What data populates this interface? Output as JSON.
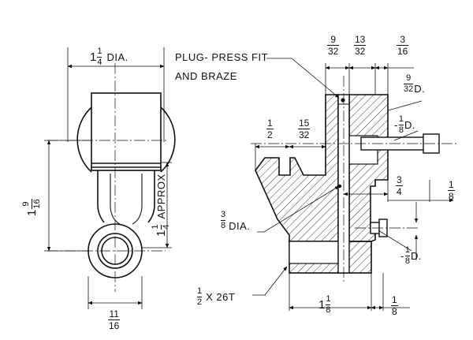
{
  "labels": {
    "dia_top": "DIA.",
    "plug_line1": "PLUG- PRESS FIT",
    "plug_line2": "AND BRAZE",
    "approx": "APPROX",
    "dia_38": "DIA.",
    "thread": "X 26T",
    "d_9_32": "D.",
    "d_1_8_a": "D.",
    "d_1_8_b": "D."
  },
  "dims": {
    "top_dia": {
      "whole": "1",
      "num": "1",
      "den": "4"
    },
    "d9_32a": {
      "num": "9",
      "den": "32"
    },
    "d13_32": {
      "num": "13",
      "den": "32"
    },
    "d3_16": {
      "num": "3",
      "den": "16"
    },
    "d9_32_hole": {
      "num": "9",
      "den": "32"
    },
    "d1_2": {
      "num": "1",
      "den": "2"
    },
    "d15_32": {
      "num": "15",
      "den": "32"
    },
    "d3_4": {
      "num": "3",
      "den": "4"
    },
    "d1_8_right": {
      "num": "1",
      "den": "8"
    },
    "d3_8": {
      "num": "3",
      "den": "8"
    },
    "left_height": {
      "whole": "1",
      "num": "9",
      "den": "16"
    },
    "approx_height": {
      "whole": "1",
      "num": "1",
      "den": "4"
    },
    "d11_16": {
      "num": "11",
      "den": "16"
    },
    "d1_2_thread": {
      "num": "1",
      "den": "2"
    },
    "bottom_width": {
      "whole": "1",
      "num": "1",
      "den": "8"
    },
    "d1_8_bottom": {
      "num": "1",
      "den": "8"
    },
    "d1_8_hole_a": {
      "num": "1",
      "den": "8"
    },
    "d1_8_hole_b": {
      "num": "1",
      "den": "8"
    }
  }
}
